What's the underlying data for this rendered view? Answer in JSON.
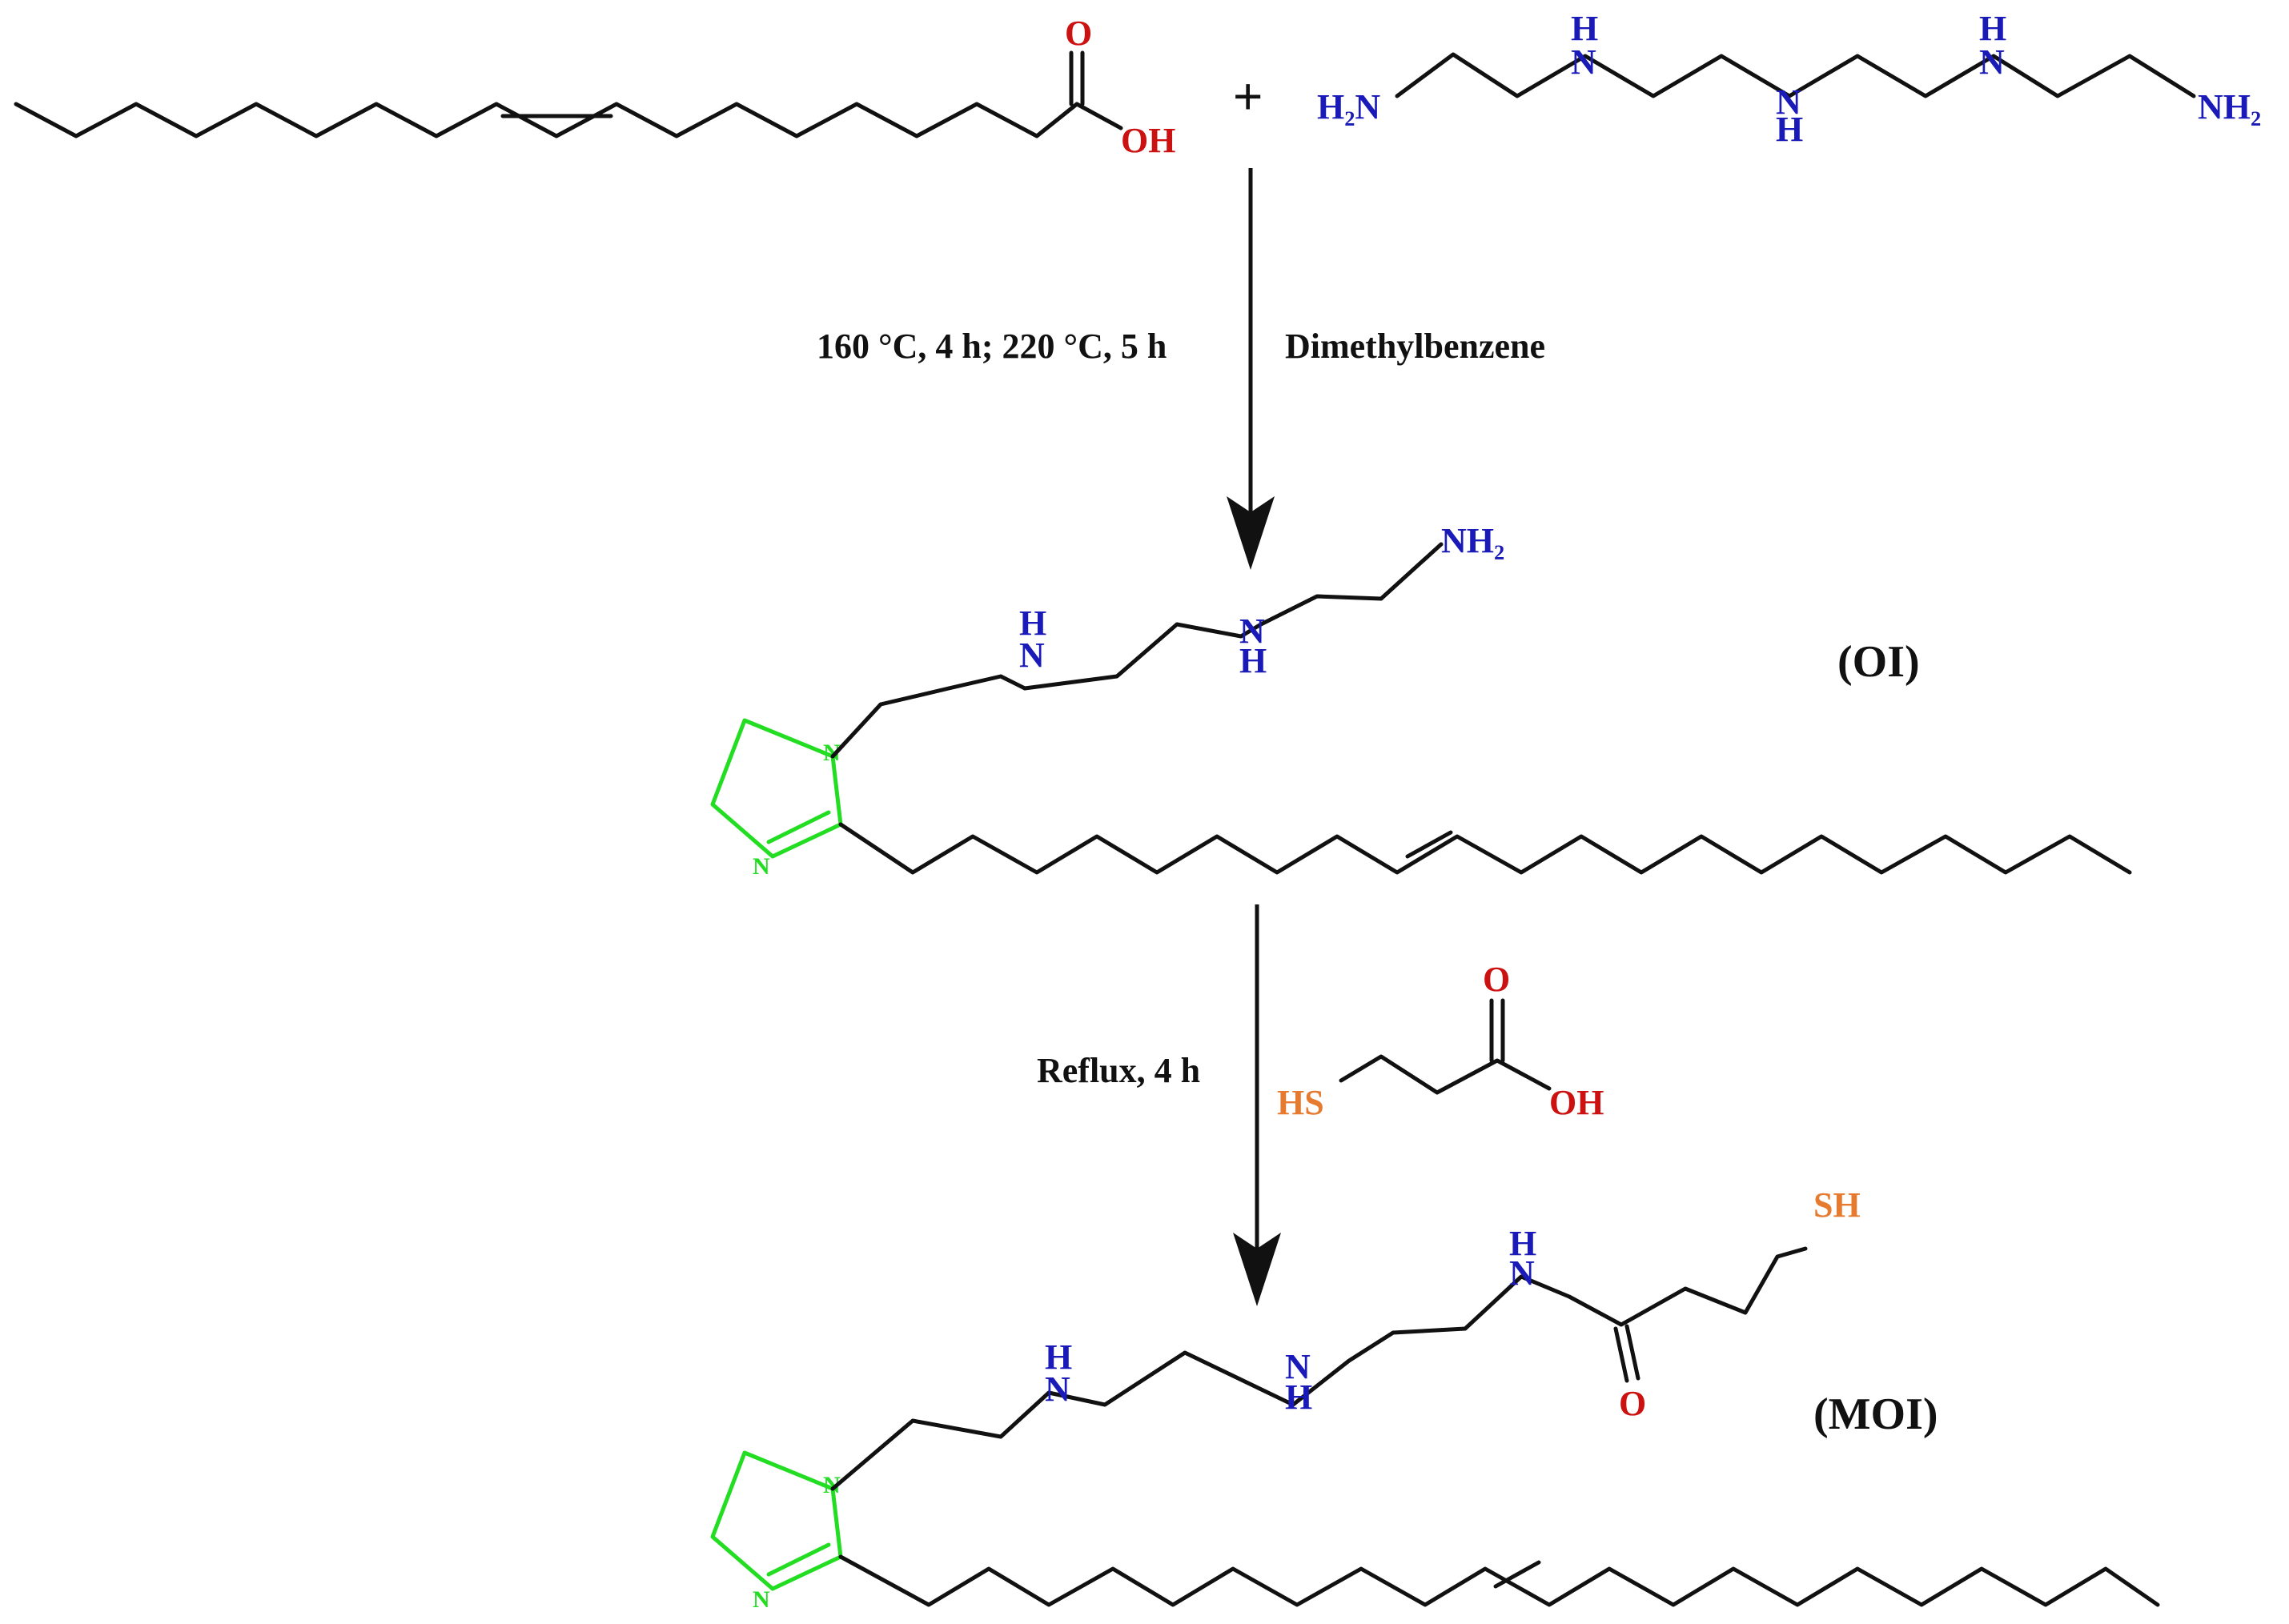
{
  "atoms": {
    "oxygen": "O",
    "hydroxyl": "OH",
    "nitrogen": "N",
    "hydrogen": "H",
    "amine_left": "H₂N",
    "amine_right": "NH₂",
    "thiol_left": "HS",
    "thiol_right": "SH"
  },
  "plus_sign": "+",
  "step1": {
    "conditions": "160 °C, 4 h; 220 °C, 5 h",
    "solvent": "Dimethylbenzene"
  },
  "step2": {
    "conditions": "Reflux, 4 h"
  },
  "labels": {
    "intermediate": "(OI)",
    "product": "(MOI)"
  },
  "colors": {
    "bond": "#111111",
    "nitrogen": "#1a1ab8",
    "oxygen": "#cc1111",
    "sulfur": "#e67a2e",
    "imidazoline_ring": "#22dd22"
  }
}
